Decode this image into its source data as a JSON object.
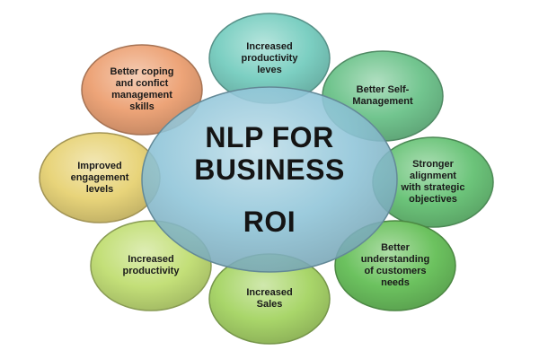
{
  "center": {
    "line1": "NLP FOR",
    "line2": "BUSINESS",
    "line3": "ROI",
    "color": "#8ec4d8"
  },
  "petals": [
    {
      "label": "Increased\nproductivity\nleves",
      "color": "#7ccfc2"
    },
    {
      "label": "Better Self-\nManagement",
      "color": "#72c58f"
    },
    {
      "label": "Stronger\nalignment\nwith strategic\nobjectives",
      "color": "#6cc47a"
    },
    {
      "label": "Better\nunderstanding\nof customers\nneeds",
      "color": "#6cc25f"
    },
    {
      "label": "Increased\nSales",
      "color": "#a9d66a"
    },
    {
      "label": "Increased\nproductivity",
      "color": "#c3df78"
    },
    {
      "label": "Improved\nengagement\nlevels",
      "color": "#e8d47a"
    },
    {
      "label": "Better coping\nand confict\nmanagement\nskills",
      "color": "#eda478"
    }
  ]
}
